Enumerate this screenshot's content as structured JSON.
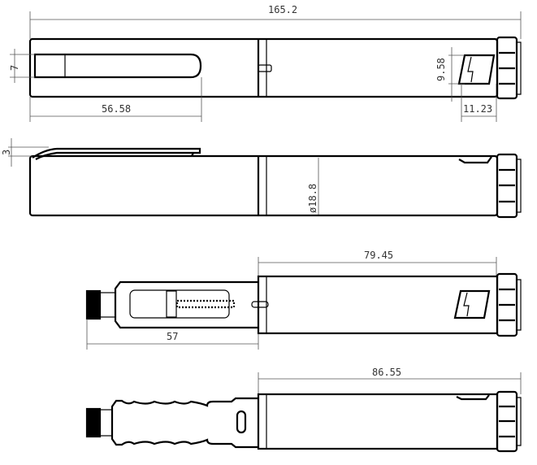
{
  "dimensions": {
    "overall_length": "165.2",
    "clip_width": "7",
    "logo_height": "9.58",
    "clip_length": "56.58",
    "logo_width": "11.23",
    "clip_height": "3",
    "diameter": "ø18.8",
    "body_length": "79.45",
    "extension_length": "57",
    "body_length_extended": "86.55"
  },
  "views": [
    "top-view-closed",
    "side-view-closed",
    "top-view-extended",
    "side-view-extended"
  ]
}
